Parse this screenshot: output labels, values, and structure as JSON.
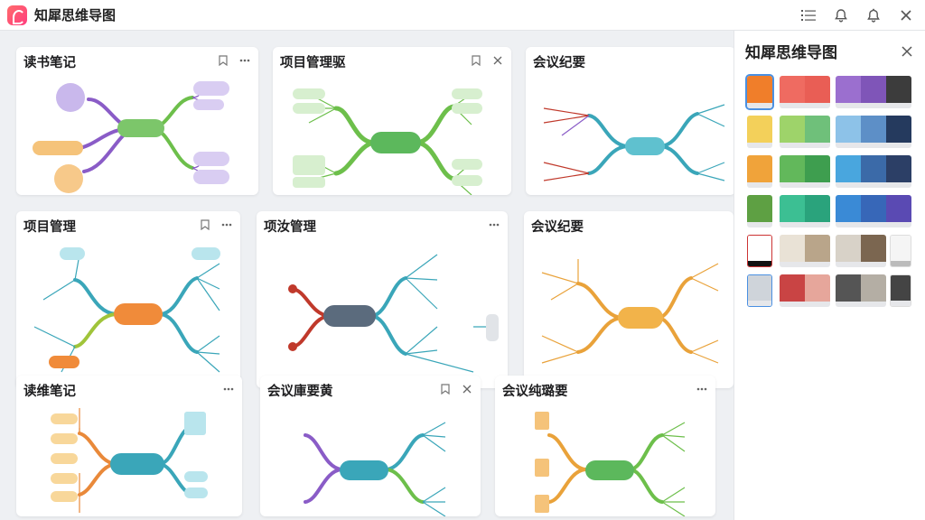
{
  "app": {
    "title": "知犀思维导图"
  },
  "panel": {
    "title": "知犀思维导图"
  },
  "cards": [
    {
      "title": "读书笔记"
    },
    {
      "title": "项目管理驱"
    },
    {
      "title": "会议纪要"
    },
    {
      "title": "项目管理"
    },
    {
      "title": "项汝管理"
    },
    {
      "title": "会议纪要"
    },
    {
      "title": "读维笔记"
    },
    {
      "title": "会议庫要黄"
    },
    {
      "title": "会议纯璐要"
    }
  ],
  "colors": {
    "purple": "#8a5cc7",
    "green": "#6dbf4b",
    "teal": "#3aa6b9",
    "orange": "#e9893a",
    "red": "#c0392b",
    "slate": "#5b6b7d"
  },
  "icons": [
    "list-icon",
    "bell-icon",
    "notification-icon",
    "close-icon",
    "ellipsis-icon",
    "bookmark-icon"
  ]
}
